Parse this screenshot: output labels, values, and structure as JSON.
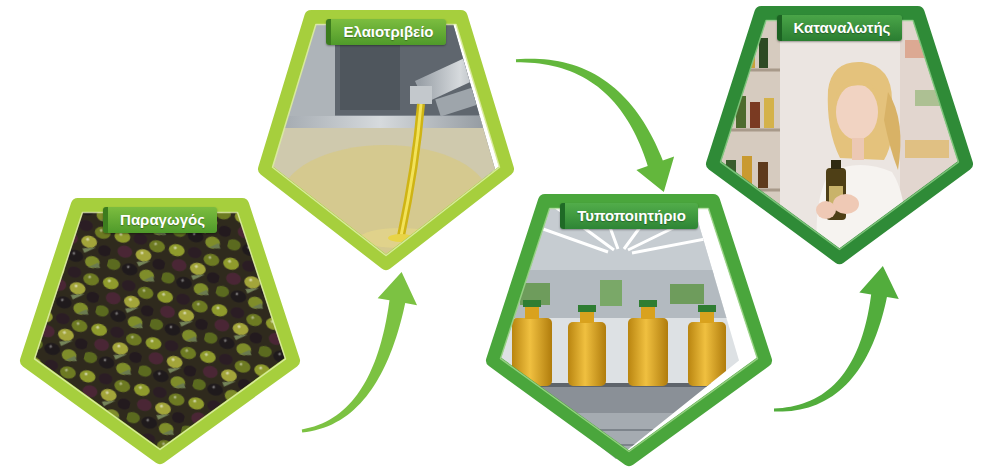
{
  "diagram": {
    "nodes": [
      {
        "text": [
          "Παραγωγός"
        ]
      },
      {
        "text": [
          "Ελαιοτριβείο"
        ]
      },
      {
        "text": [
          "Τυποποιητήριο"
        ]
      },
      {
        "text": [
          "Καταναλωτής"
        ]
      }
    ],
    "edges": [
      {
        "from": 0,
        "to": 1,
        "arrow": "to"
      },
      {
        "from": 1,
        "to": 2,
        "arrow": "to"
      },
      {
        "from": 2,
        "to": 3,
        "arrow": "to"
      }
    ]
  }
}
